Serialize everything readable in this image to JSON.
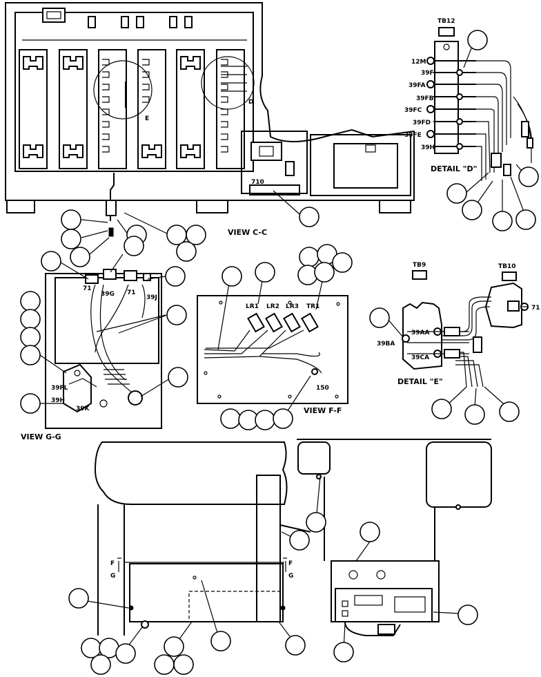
{
  "labels": {
    "tb12": "TB12",
    "tb9": "TB9",
    "tb10": "TB10",
    "t12m": "12M",
    "t39f": "39F",
    "t39fa": "39FA",
    "t39fb": "39FB",
    "t39fc": "39FC",
    "t39fd": "39FD",
    "t39fe": "39FE",
    "t39h_d": "39H",
    "detail_d": "DETAIL \"D\"",
    "t710": "710",
    "view_cc": "VIEW C-C",
    "mark_e": "E",
    "mark_d": "D",
    "t71a": "71",
    "t39g": "39G",
    "t71b": "71",
    "t39j": "39J",
    "t39fl": "39FL",
    "t39h_g": "39H",
    "t39k": "39K",
    "view_gg": "VIEW G-G",
    "lr1": "LR1",
    "lr2": "LR2",
    "lr3": "LR3",
    "tr1": "TR1",
    "t150": "150",
    "view_ff": "VIEW F-F",
    "t39aa": "39AA",
    "t39ba": "39BA",
    "t39ca": "39CA",
    "t71e": "71",
    "detail_e": "DETAIL \"E\"",
    "f_left": "F",
    "g_left": "G",
    "f_right": "F",
    "g_right": "G"
  }
}
